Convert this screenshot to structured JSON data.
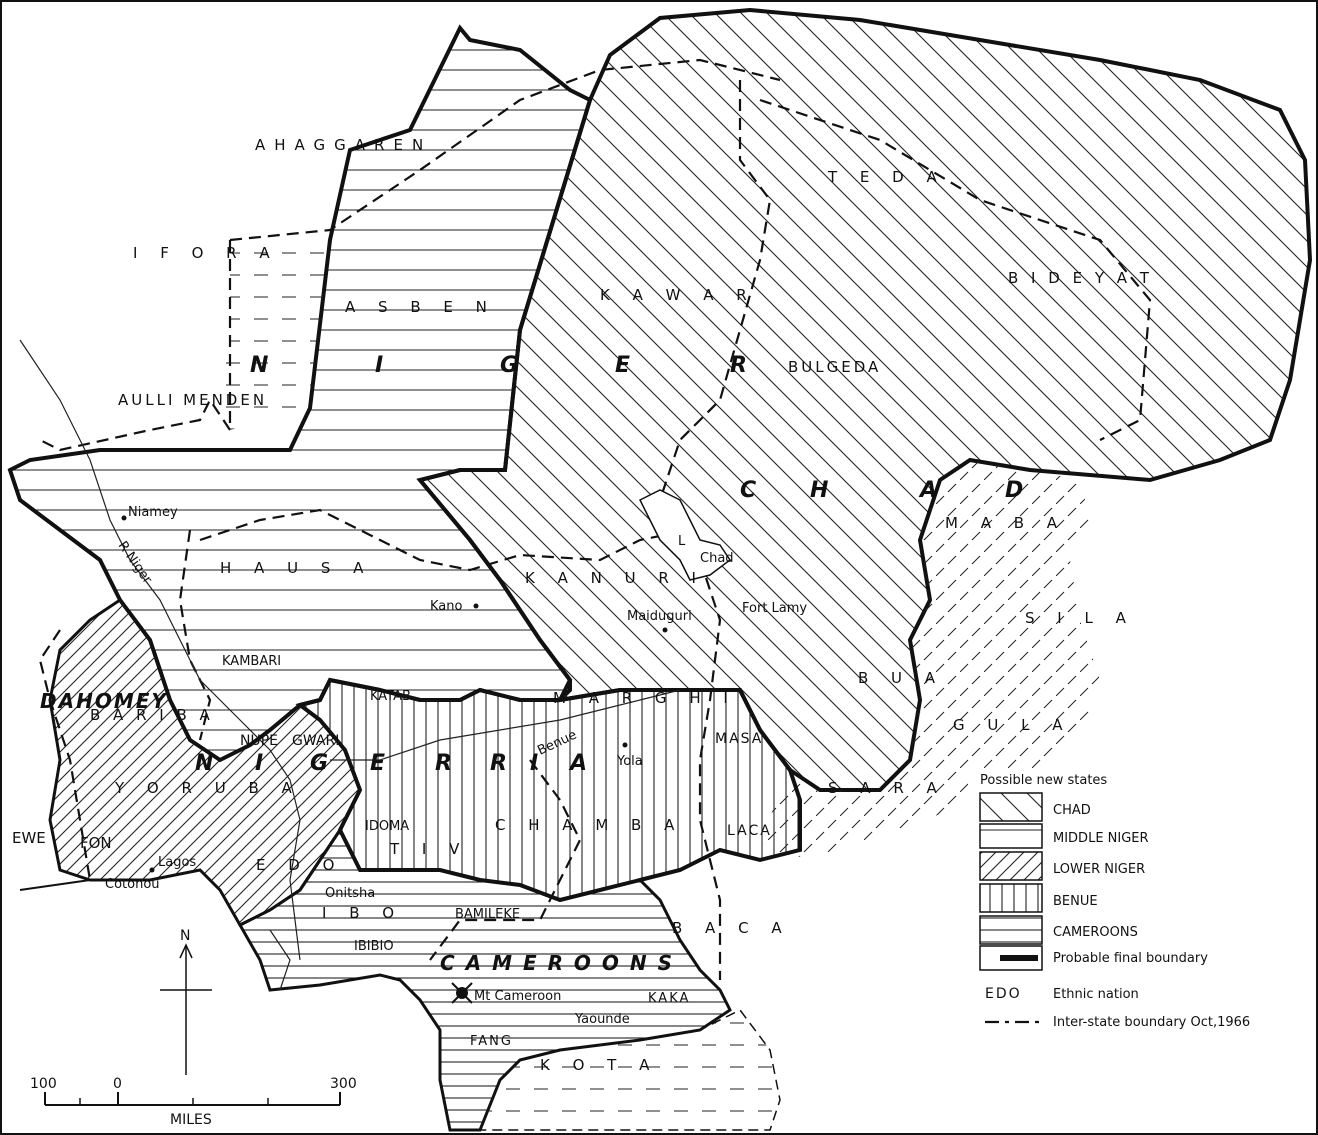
{
  "regions": {
    "chad": "CHAD",
    "middle_niger": "MIDDLE NIGER",
    "lower_niger": "LOWER NIGER",
    "benue": "BENUE",
    "cameroons": "CAMEROONS"
  },
  "big_labels": {
    "niger_n": "N",
    "niger_i": "I",
    "niger_g": "G",
    "niger_e": "E",
    "niger_r": "R",
    "chad_c": "C",
    "chad_h": "H",
    "chad_a": "A",
    "chad_d": "D",
    "nigeria_n": "N",
    "nigeria_i": "I",
    "nigeria_g": "G",
    "nigeria_e": "E",
    "nigeria_r": "R",
    "nigeria_r2": "R",
    "nigeria_i2": "I",
    "nigeria_a": "A",
    "dahomey": "DAHOMEY",
    "cameroons": "C A M E R O O N S"
  },
  "ethnic": {
    "ahaggaren": "AHAGGAREN",
    "ifora": "I F O R A",
    "asben": "A S B E N",
    "aullimenden": "AULLI MENDEN",
    "teda": "T E D A",
    "bideyat": "B I D E Y A T",
    "kawar": "K A W A R",
    "bulgeda": "BULGEDA",
    "maba": "M A B A",
    "sila": "S I L A",
    "hausa": "H A U S A",
    "kanuri": "K A N U R I",
    "kambari": "KAMBARI",
    "margi": "M A R G H I",
    "bua": "B U A",
    "gula": "G U L A",
    "katab": "KATAB",
    "bariba": "B A R I B A",
    "nupe": "NUPE",
    "gwari": "GWARI",
    "masa": "MASA",
    "yoruba": "Y O R U B A",
    "sara": "S A R A",
    "ewe": "EWE",
    "fon": "FON",
    "idoma": "IDOMA",
    "tiv": "T I V",
    "chamba": "C H A M B A",
    "laca": "LACA",
    "edo": "E D O",
    "ibo": "I B O",
    "bamileke": "BAMILEKE",
    "baca": "B A C A",
    "ibibio": "IBIBIO",
    "kaka": "KAKA",
    "fang": "FANG",
    "kota": "K O T A"
  },
  "places": {
    "niamey": "Niamey",
    "r_niger": "R Niger",
    "kano": "Kano",
    "maiduguri": "Maiduguri",
    "fort_lamy": "Fort Lamy",
    "l_chad": "L",
    "chad": "Chad",
    "benue_river": "Benue",
    "yola": "Yola",
    "lagos": "Lagos",
    "cotonou": "Cotonou",
    "onitsha": "Onitsha",
    "mt_cameroon": "Mt Cameroon",
    "yaounde": "Yaounde"
  },
  "legend": {
    "title": "Possible new states",
    "items": [
      "CHAD",
      "MIDDLE NIGER",
      "LOWER NIGER",
      "BENUE",
      "CAMEROONS"
    ],
    "boundary": "Probable final boundary",
    "ethnic_sample": "EDO",
    "ethnic_text": "Ethnic nation",
    "interstate": "Inter-state boundary Oct,1966"
  },
  "compass": "N",
  "scale": {
    "left": "100",
    "zero": "0",
    "right": "300",
    "unit": "MILES"
  }
}
